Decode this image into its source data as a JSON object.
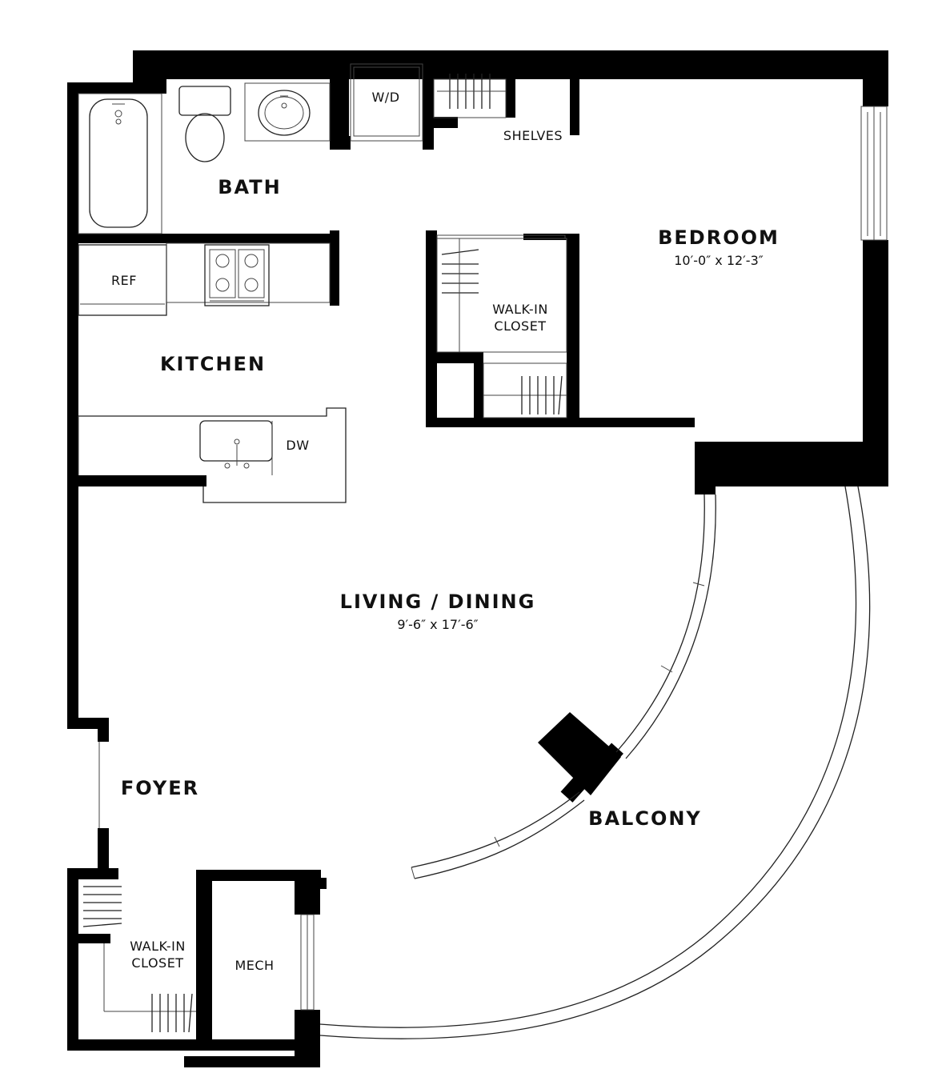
{
  "rooms": {
    "bath": "BATH",
    "kitchen": "KITCHEN",
    "bedroom": "BEDROOM",
    "bedroom_dim": "10′-0″ x 12′-3″",
    "living": "LIVING / DINING",
    "living_dim": "9′-6″ x 17′-6″",
    "foyer": "FOYER",
    "balcony": "BALCONY",
    "mech": "MECH"
  },
  "fixtures": {
    "wd": "W/D",
    "shelves": "SHELVES",
    "ref": "REF",
    "dw": "DW",
    "walkin_upper_1": "WALK-IN",
    "walkin_upper_2": "CLOSET",
    "walkin_lower_1": "WALK-IN",
    "walkin_lower_2": "CLOSET"
  }
}
